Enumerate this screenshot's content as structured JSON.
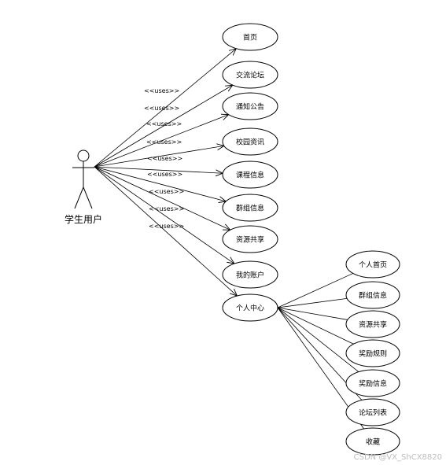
{
  "actor": {
    "name": "学生用户"
  },
  "uses_label": "<<uses>>",
  "use_cases": [
    {
      "id": "home",
      "label": "首页"
    },
    {
      "id": "forum",
      "label": "交流论坛"
    },
    {
      "id": "notice",
      "label": "通知公告"
    },
    {
      "id": "campus-news",
      "label": "校园资讯"
    },
    {
      "id": "course-info",
      "label": "课程信息"
    },
    {
      "id": "group-info",
      "label": "群组信息"
    },
    {
      "id": "resource-share",
      "label": "资源共享"
    },
    {
      "id": "my-account",
      "label": "我的账户"
    },
    {
      "id": "personal-center",
      "label": "个人中心"
    }
  ],
  "personal_center_children": [
    {
      "id": "personal-home",
      "label": "个人首页"
    },
    {
      "id": "pc-group-info",
      "label": "群组信息"
    },
    {
      "id": "pc-resource-share",
      "label": "资源共享"
    },
    {
      "id": "reward-rules",
      "label": "奖励规则"
    },
    {
      "id": "reward-info",
      "label": "奖励信息"
    },
    {
      "id": "forum-list",
      "label": "论坛列表"
    },
    {
      "id": "favorites",
      "label": "收藏"
    }
  ],
  "watermark": "CSDN @VX_ShCX8820"
}
